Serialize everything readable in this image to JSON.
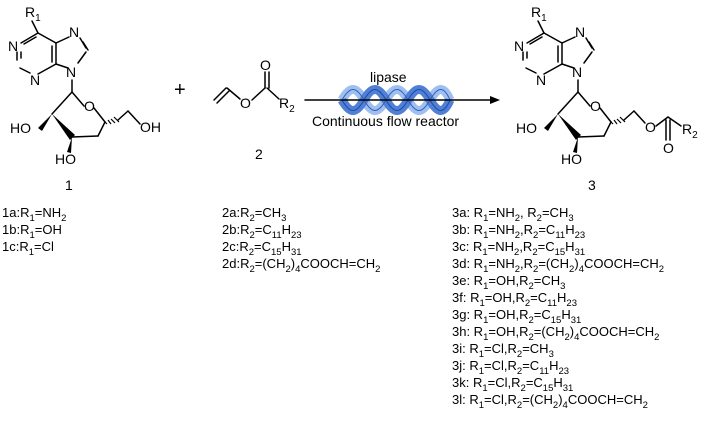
{
  "reactant1": {
    "substituent": "R1",
    "atoms": {
      "N1": "N",
      "N3": "N",
      "N7": "N",
      "N9": "N",
      "O_ring": "O",
      "OH2": "HO",
      "OH3": "HO",
      "OH5": "OH"
    },
    "label": "1",
    "variants": [
      [
        "1a:R",
        "1",
        "=NH",
        "2",
        ""
      ],
      [
        "1b:R",
        "1",
        "=OH",
        "",
        ""
      ],
      [
        "1c:R",
        "1",
        "=Cl",
        "",
        ""
      ]
    ]
  },
  "plus": "+",
  "reactant2": {
    "atoms": {
      "O_ester": "O",
      "O_carbonyl": "O",
      "R2": "R2"
    },
    "label": "2",
    "variants": [
      "2a:R2=CH3",
      "2b:R2=C11H23",
      "2c:R2=C15H31",
      "2d:R2=(CH2)4COOCH=CH2"
    ]
  },
  "arrow": {
    "above": "lipase",
    "below": "Continuous flow reactor"
  },
  "product": {
    "label": "3",
    "variants": [
      "3a: R1=NH2, R2=CH3",
      "3b: R1=NH2,R2=C11H23",
      "3c: R1=NH2,R2=C15H31",
      "3d: R1=NH2,R2=(CH2)4COOCH=CH2",
      "3e: R1=OH,R2=CH3",
      "3f: R1=OH,R2=C11H23",
      "3g: R1=OH,R2=C15H31",
      "3h: R1=OH,R2=(CH2)4COOCH=CH2",
      "3i: R1=Cl,R2=CH3",
      "3j: R1=Cl,R2=C11H23",
      "3k: R1=Cl,R2=C15H31",
      "3l: R1=Cl,R2=(CH2)4COOCH=CH2"
    ]
  },
  "colors": {
    "helix": "#4f7fd6",
    "helix_light": "#9fbff0",
    "ink": "#000000"
  }
}
